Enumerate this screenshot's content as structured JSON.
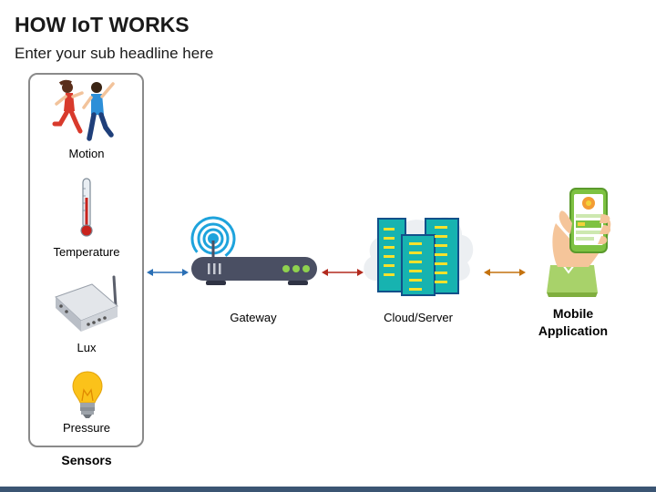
{
  "header": {
    "title": "HOW IoT WORKS",
    "subtitle": "Enter your sub headline here"
  },
  "sensors": {
    "group_label": "Sensors",
    "items": [
      {
        "label": "Motion",
        "icon": "running-people-icon"
      },
      {
        "label": "Temperature",
        "icon": "thermometer-icon"
      },
      {
        "label": "Lux",
        "icon": "router-device-icon"
      },
      {
        "label": "Pressure",
        "icon": "light-bulb-icon"
      }
    ]
  },
  "nodes": {
    "gateway": {
      "label": "Gateway",
      "icon": "wifi-router-icon"
    },
    "cloud": {
      "label": "Cloud/Server",
      "icon": "cloud-server-icon"
    },
    "mobile": {
      "label": "Mobile\nApplication",
      "line1": "Mobile",
      "line2": "Application",
      "icon": "smartphone-hand-icon"
    }
  },
  "connectors": [
    {
      "from": "sensors",
      "to": "gateway",
      "color": "#2a6fb5"
    },
    {
      "from": "gateway",
      "to": "cloud",
      "color": "#b22a1e"
    },
    {
      "from": "cloud",
      "to": "mobile",
      "color": "#c4720e"
    }
  ],
  "colors": {
    "teal": "#17b3b0",
    "router": "#4a4f63",
    "wifi": "#1ea3dc",
    "led": "#8fd14f",
    "footer": "#3b5573"
  }
}
